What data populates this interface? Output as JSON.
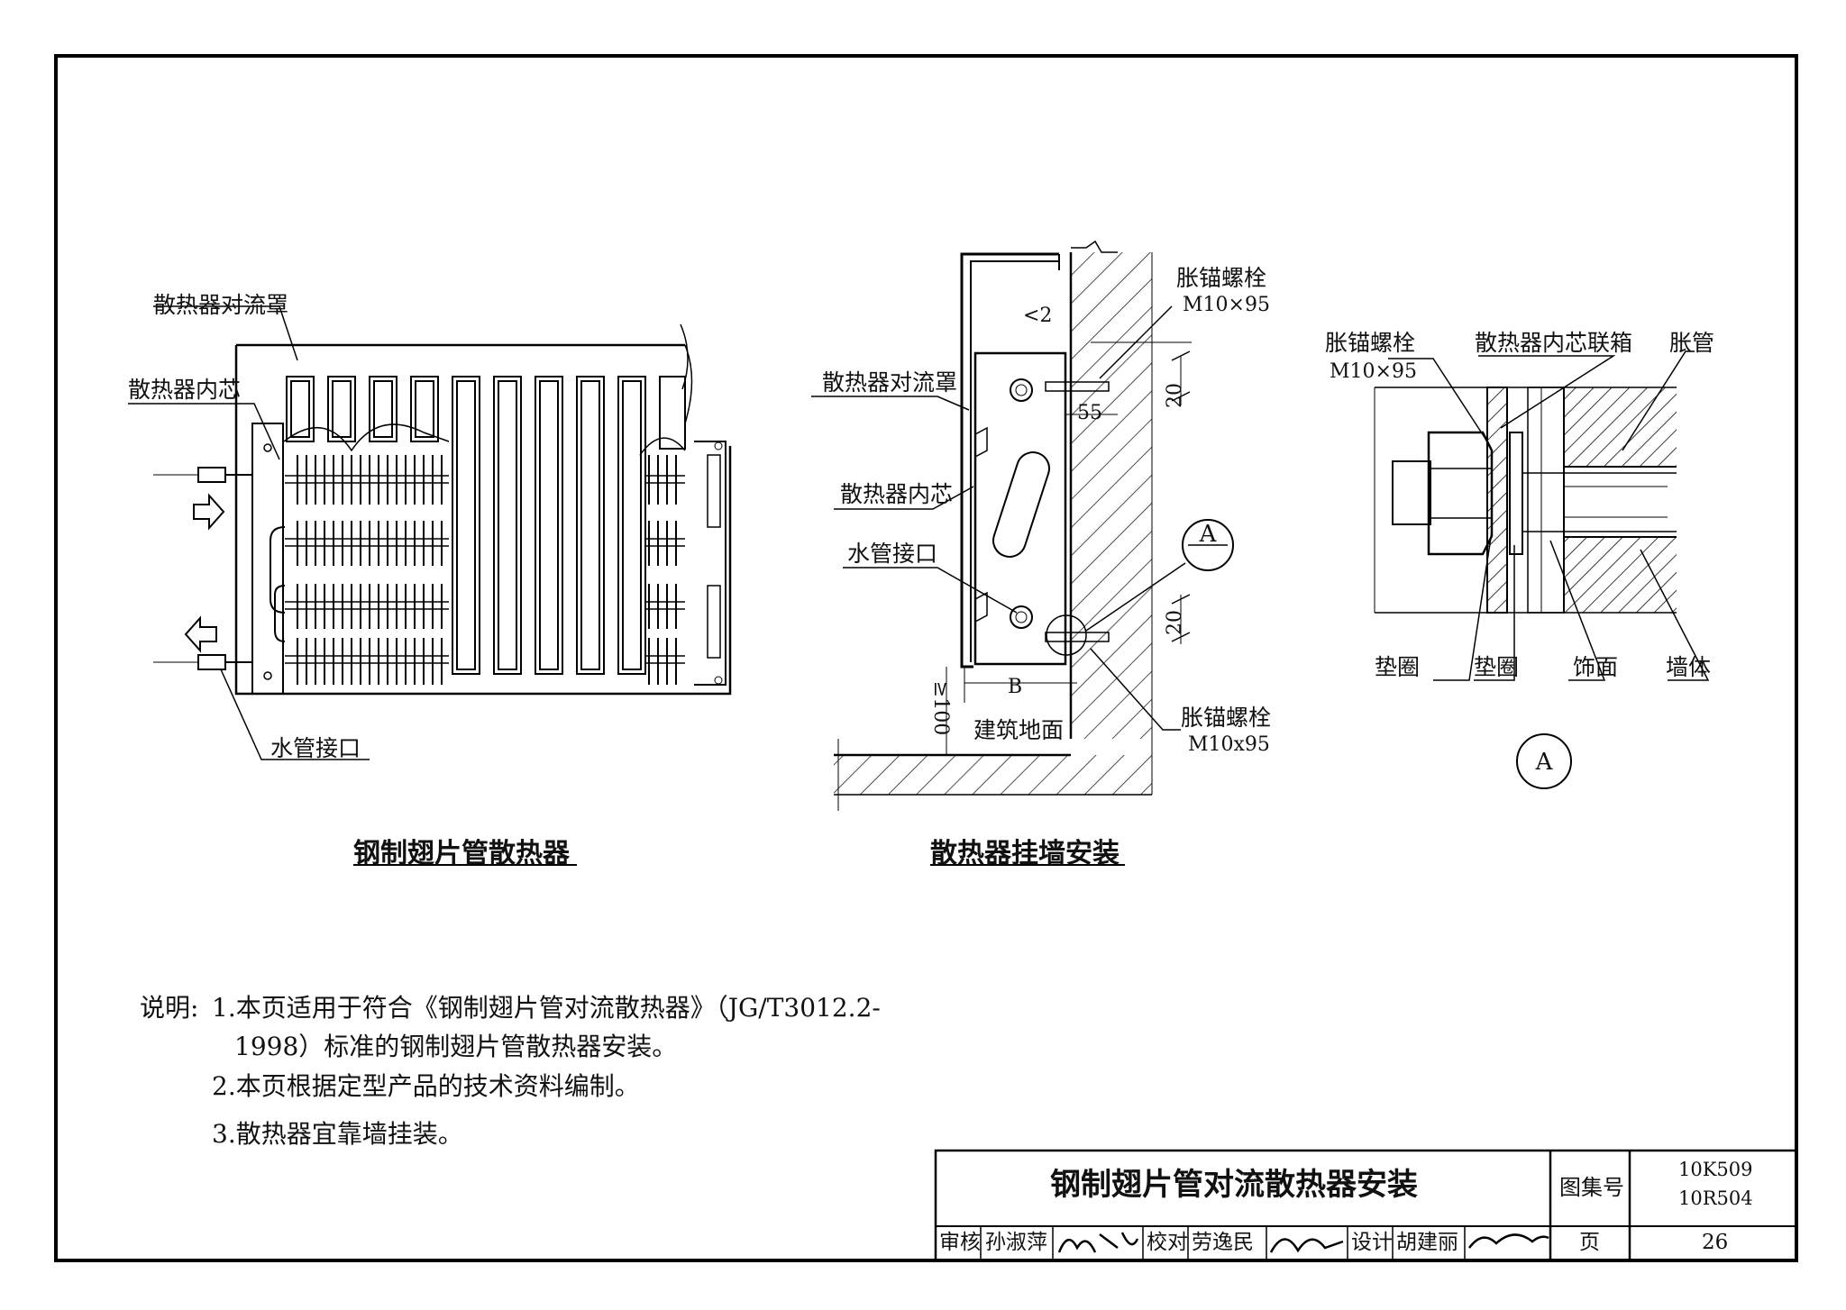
{
  "figures": {
    "left": {
      "title": "钢制翅片管散热器",
      "labels": {
        "cover": "散热器对流罩",
        "core": "散热器内芯",
        "pipe": "水管接口"
      }
    },
    "center": {
      "title": "散热器挂墙安装",
      "labels": {
        "bolt_top_name": "胀锚螺栓",
        "bolt_top_size": "M10×95",
        "gap": "<2",
        "dim_55": "55",
        "dim_20_top": "20",
        "cover": "散热器对流罩",
        "core": "散热器内芯",
        "pipe": "水管接口",
        "detail_ref": "A",
        "dim_20_bottom": "20",
        "dim_B": "B",
        "dim_100": "≥100",
        "floor": "建筑地面",
        "bolt_bottom_name": "胀锚螺栓",
        "bolt_bottom_size": "M10x95"
      }
    },
    "right": {
      "marker": "A",
      "labels": {
        "bolt_name": "胀锚螺栓",
        "bolt_size": "M10×95",
        "header": "散热器内芯联箱",
        "sleeve": "胀管",
        "washer1": "垫圈",
        "washer2": "垫圈",
        "finish": "饰面",
        "wall": "墙体"
      }
    }
  },
  "notes": {
    "heading": "说明:",
    "items": [
      "1.本页适用于符合《钢制翅片管对流散热器》（JG/T3012.2-",
      "1998）标准的钢制翅片管散热器安装。",
      "2.本页根据定型产品的技术资料编制。",
      "3.散热器宜靠墙挂装。"
    ]
  },
  "title_block": {
    "title": "钢制翅片管对流散热器安装",
    "atlas_label": "图集号",
    "atlas_no_1": "10K509",
    "atlas_no_2": "10R504",
    "review_label": "审核",
    "review_name": "孙淑萍",
    "check_label": "校对",
    "check_name": "劳逸民",
    "design_label": "设计",
    "design_name": "胡建丽",
    "page_label": "页",
    "page_no": "26"
  }
}
